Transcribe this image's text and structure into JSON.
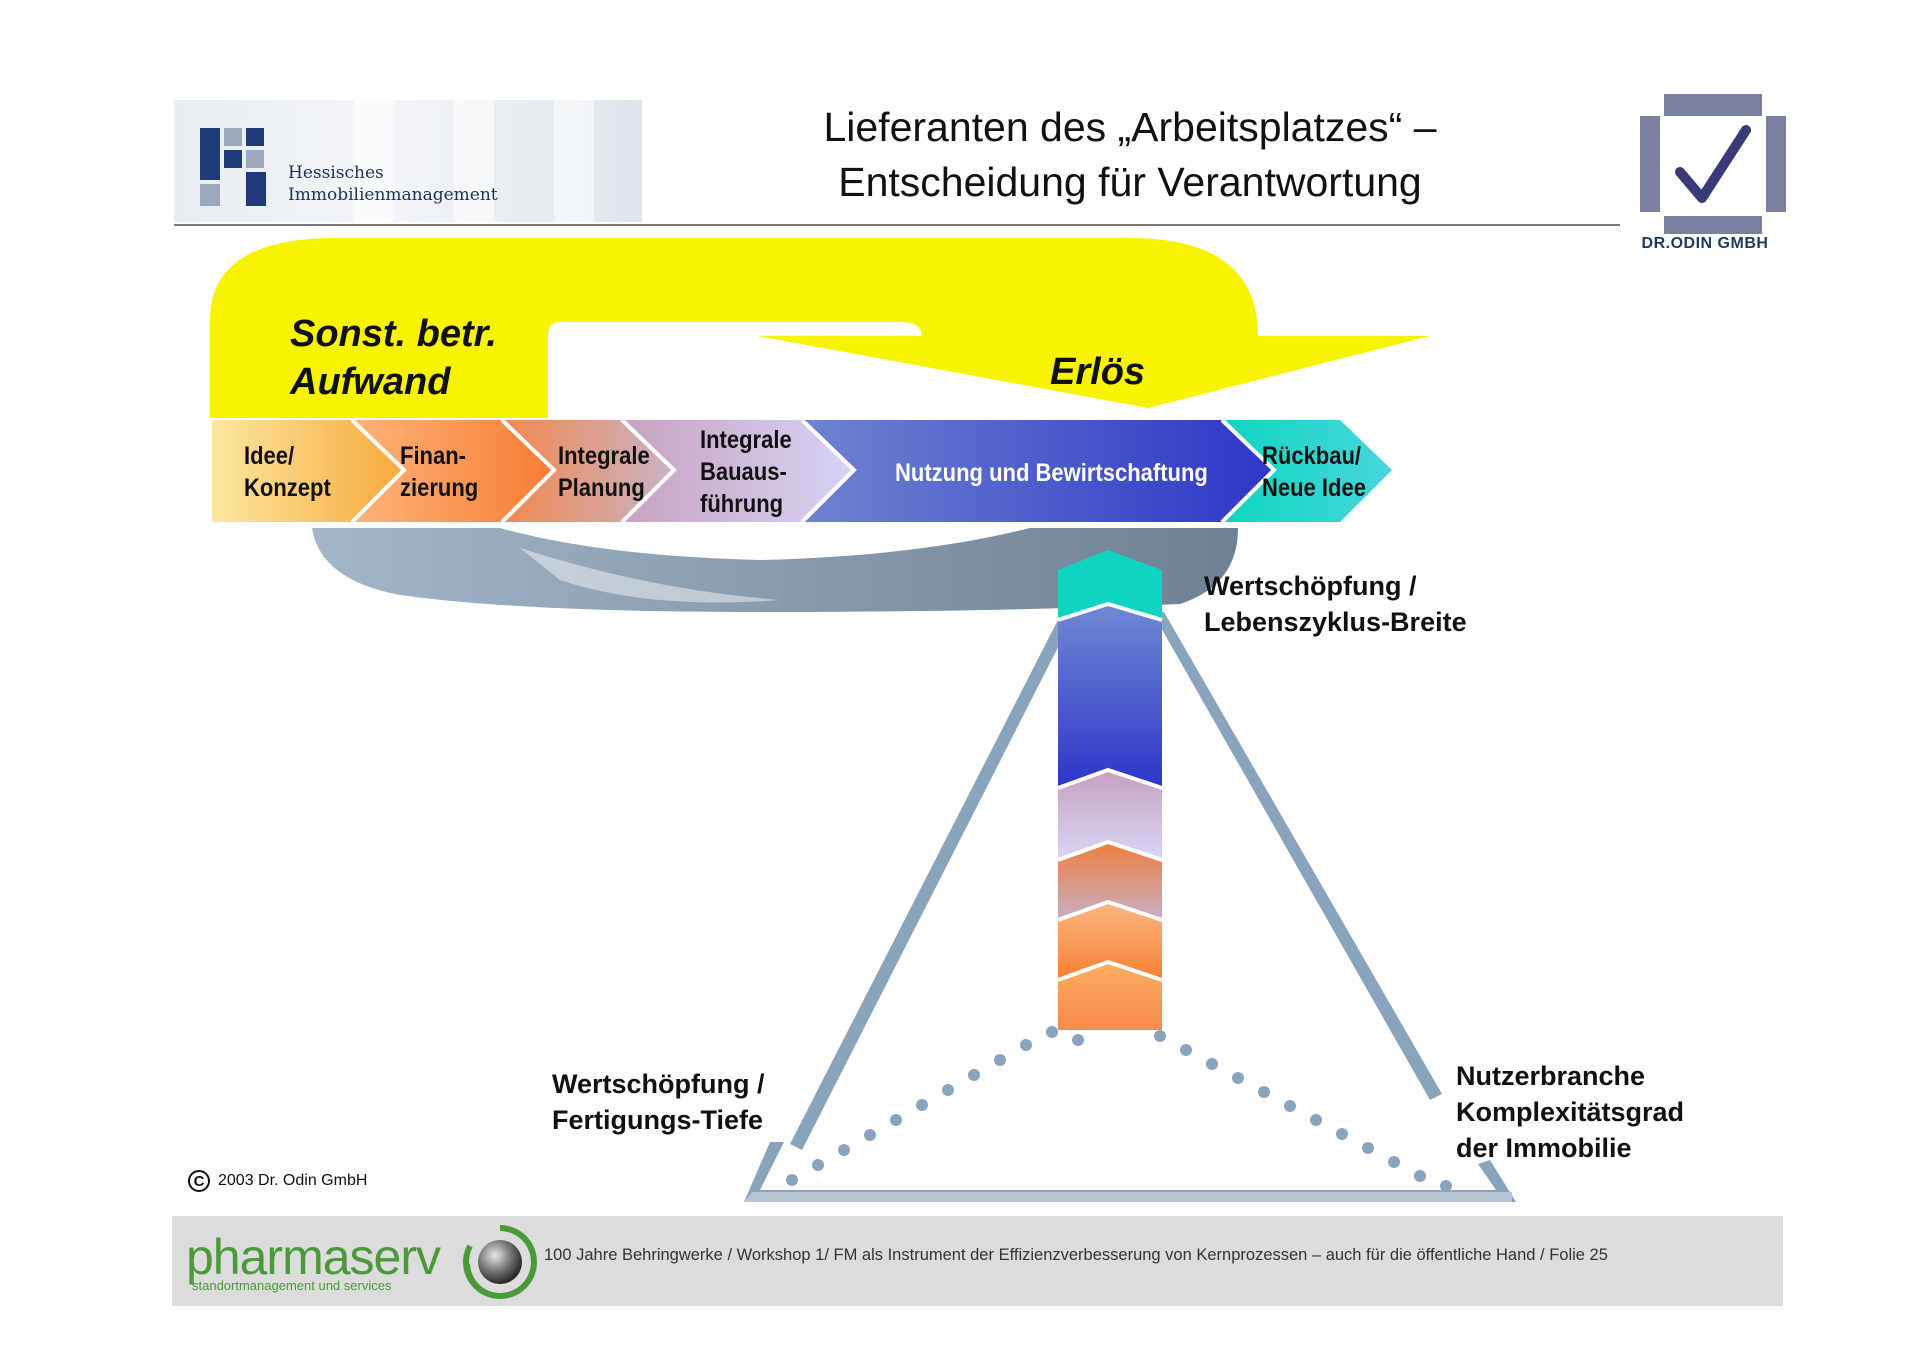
{
  "header": {
    "logo_text_line1": "Hessisches",
    "logo_text_line2": "Immobilienmanagement",
    "title_line1": "Lieferanten des „Arbeitsplatzes“ –",
    "title_line2": "Entscheidung für Verantwortung",
    "company_logo_text": "DR.ODIN GMBH"
  },
  "diagram": {
    "feedback_cost_line1": "Sonst. betr.",
    "feedback_cost_line2": "Aufwand",
    "revenue_label": "Erlös",
    "stages": [
      {
        "line1": "Idee/",
        "line2": "Konzept",
        "color": "#f7b451"
      },
      {
        "line1": "Finan-",
        "line2": "zierung",
        "color": "#fa8e43"
      },
      {
        "line1": "Integrale",
        "line2": "Planung",
        "color": "#d99a8a"
      },
      {
        "line1": "Integrale",
        "line2": "Bauaus-",
        "line3": "führung",
        "color": "#c9b6dc"
      },
      {
        "line1": "Nutzung und Bewirtschaftung",
        "color": "#4b5fd2"
      },
      {
        "line1": "Rückbau/",
        "line2": "Neue Idee",
        "color": "#17d2c4"
      }
    ],
    "axis_breadth_line1": "Wertschöpfung /",
    "axis_breadth_line2": "Lebenszyklus-Breite",
    "axis_depth_line1": "Wertschöpfung /",
    "axis_depth_line2": "Fertigungs-Tiefe",
    "axis_complexity_line1": "Nutzerbranche",
    "axis_complexity_line2": "Komplexitätsgrad",
    "axis_complexity_line3": "der Immobilie"
  },
  "copyright": {
    "symbol": "C",
    "text": "2003 Dr. Odin GmbH"
  },
  "footer": {
    "brand": "pharmaserv",
    "brand_sub": "standortmanagement und services",
    "caption": "100 Jahre Behringwerke / Workshop 1/ FM als Instrument der Effizienzverbesserung von Kernprozessen – auch für die öffentliche Hand / Folie 25"
  },
  "colors": {
    "feedback_yellow": "#f8f400",
    "return_arrow": "#8aa0b8",
    "triangle": "#8aa4bd",
    "accent_green": "#4b9a3a"
  }
}
